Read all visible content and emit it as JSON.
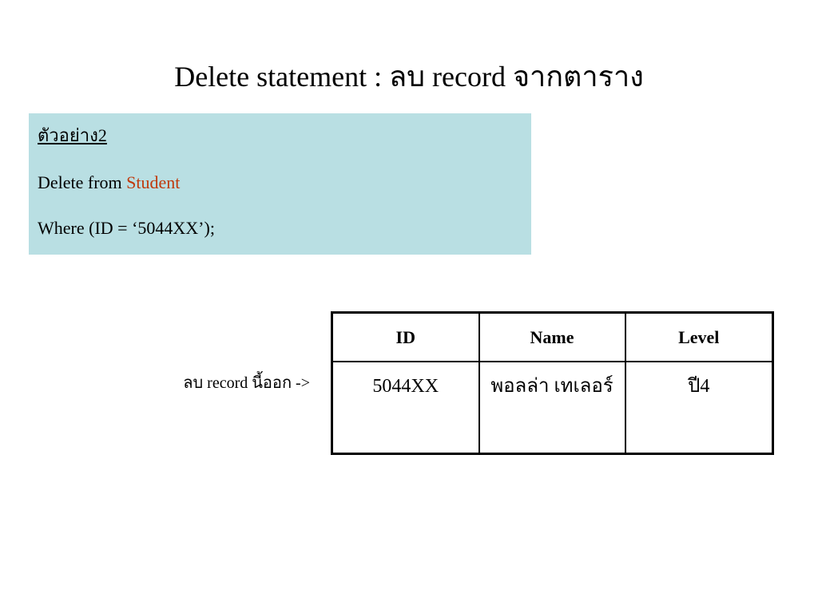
{
  "slide": {
    "title": "Delete statement : ลบ record จากตาราง"
  },
  "example": {
    "heading": "ตัวอย่าง2",
    "line1_prefix": "Delete from ",
    "line1_table": "Student",
    "line2": "Where (ID = ‘5044XX’);"
  },
  "note": {
    "text": "ลบ record นี้ออก ->"
  },
  "table": {
    "columns": [
      "ID",
      "Name",
      "Level"
    ],
    "rows": [
      [
        "5044XX",
        "พอลล่า เทเลอร์",
        "ปี4"
      ]
    ]
  },
  "colors": {
    "example_background": "#b9dfe3",
    "table_name_text": "#c0390b"
  }
}
